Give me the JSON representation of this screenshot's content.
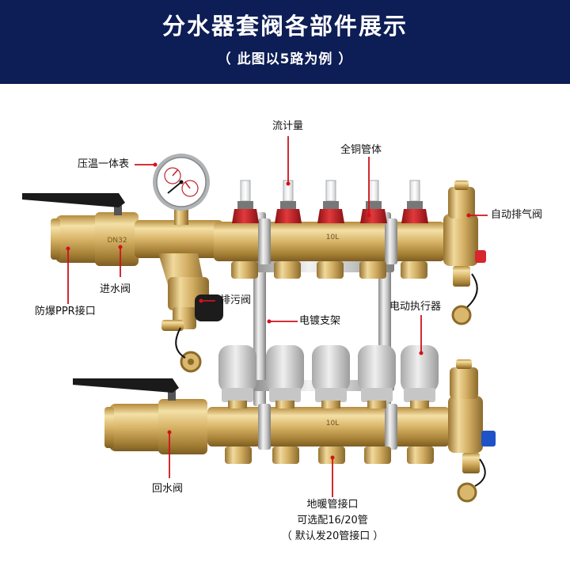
{
  "header": {
    "title": "分水器套阀各部件展示",
    "subtitle": "（ 此图以5路为例 ）"
  },
  "labels": {
    "flow_meter": "流计量",
    "brass_body": "全铜管体",
    "temp_pressure_gauge": "压温一体表",
    "auto_vent_valve": "自动排气阀",
    "inlet_valve": "进水阀",
    "ppr_connector": "防爆PPR接口",
    "drain_valve": "排污阀",
    "bracket": "电镀支架",
    "actuator": "电动执行器",
    "return_valve": "回水阀",
    "floor_heating_connector": "地暖管接口",
    "optional_sizes": "可选配16/20管",
    "default_size": "（ 默认发20管接口 ）"
  },
  "product": {
    "brand_mark": "10L",
    "size_mark": "DN32",
    "loops": 5
  },
  "colors": {
    "banner": "#0d1d55",
    "pointer": "#d0121b",
    "brass": "#d8b468",
    "flow_cap": "#c9272d",
    "actuator": "#d8d8d8",
    "valve_handle": "#1a1a1a",
    "red_knob": "#d7262e",
    "blue_knob": "#1f52c6"
  }
}
